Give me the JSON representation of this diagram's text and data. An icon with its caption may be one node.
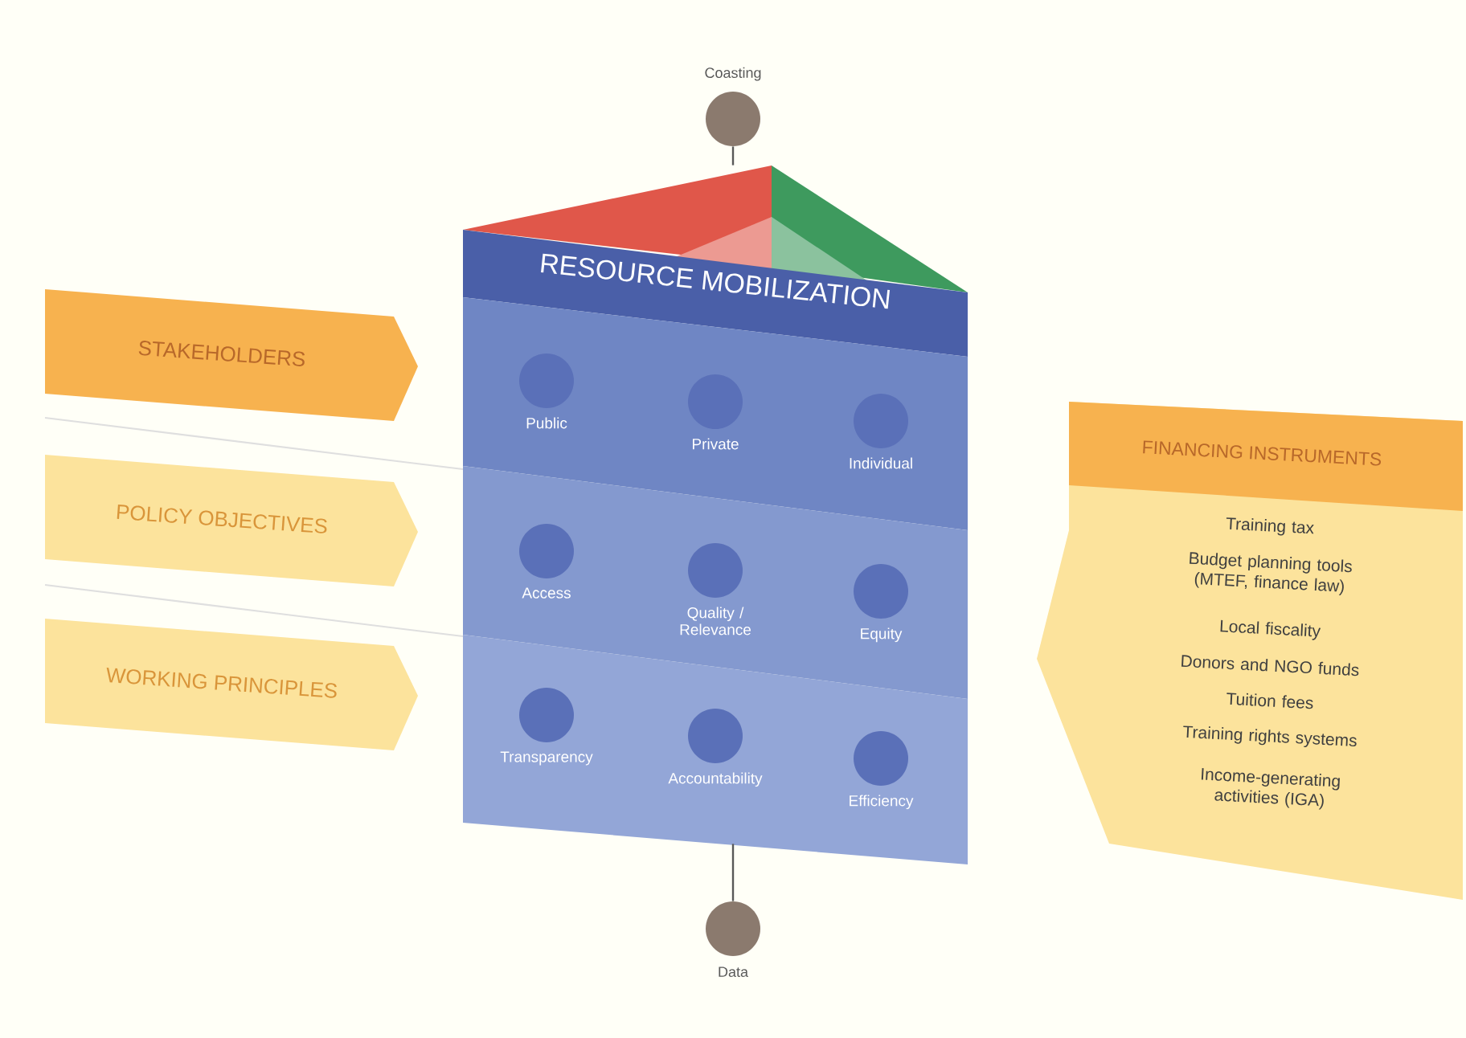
{
  "diagram": {
    "nodes": [
      {
        "text": [
          "Coasting"
        ]
      },
      {
        "text": [
          "RESOURCE MOBILIZATION"
        ]
      },
      {
        "text": [
          "Public"
        ],
        "in": 1
      },
      {
        "text": [
          "Private"
        ],
        "in": 1
      },
      {
        "text": [
          "Individual"
        ],
        "in": 1
      },
      {
        "text": [
          "Access"
        ],
        "in": 1
      },
      {
        "text": [
          "Quality / Relevance"
        ],
        "in": 1
      },
      {
        "text": [
          "Equity"
        ],
        "in": 1
      },
      {
        "text": [
          "Transparency"
        ],
        "in": 1
      },
      {
        "text": [
          "Accountability"
        ],
        "in": 1
      },
      {
        "text": [
          "Efficiency"
        ],
        "in": 1
      },
      {
        "text": [
          "Data"
        ]
      },
      {
        "text": [
          "STAKEHOLDERS"
        ]
      },
      {
        "text": [
          "POLICY OBJECTIVES"
        ]
      },
      {
        "text": [
          "WORKING PRINCIPLES"
        ]
      },
      {
        "text": [
          "FINANCING INSTRUMENTS",
          "Training tax",
          "Budget planning tools (MTEF, finance law)",
          "Local fiscality",
          "Donors and NGO funds",
          "Tuition fees",
          "Training rights systems",
          "Income-generating activities (IGA)"
        ]
      }
    ],
    "edges": [
      {
        "from": 0,
        "to": 1,
        "arrow": "none"
      },
      {
        "from": 1,
        "to": 11,
        "arrow": "none"
      }
    ]
  }
}
